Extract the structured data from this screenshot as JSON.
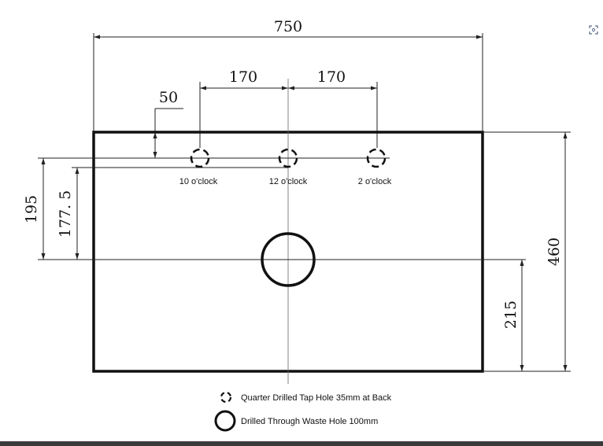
{
  "dimensions": {
    "width": "750",
    "tap_spacing_left": "170",
    "tap_spacing_right": "170",
    "tap_offset_back": "50",
    "depth": "460",
    "tap_row_from_waste": "195",
    "tap_center_from_waste": "177. 5",
    "waste_from_front": "215"
  },
  "taps": [
    {
      "label": "10 o'clock"
    },
    {
      "label": "12 o'clock"
    },
    {
      "label": "2 o'clock"
    }
  ],
  "legend": {
    "tap_hole": "Quarter Drilled Tap Hole 35mm at Back",
    "waste_hole": "Drilled Through Waste Hole 100mm"
  },
  "icons": {
    "corner": "zoom-icon"
  }
}
